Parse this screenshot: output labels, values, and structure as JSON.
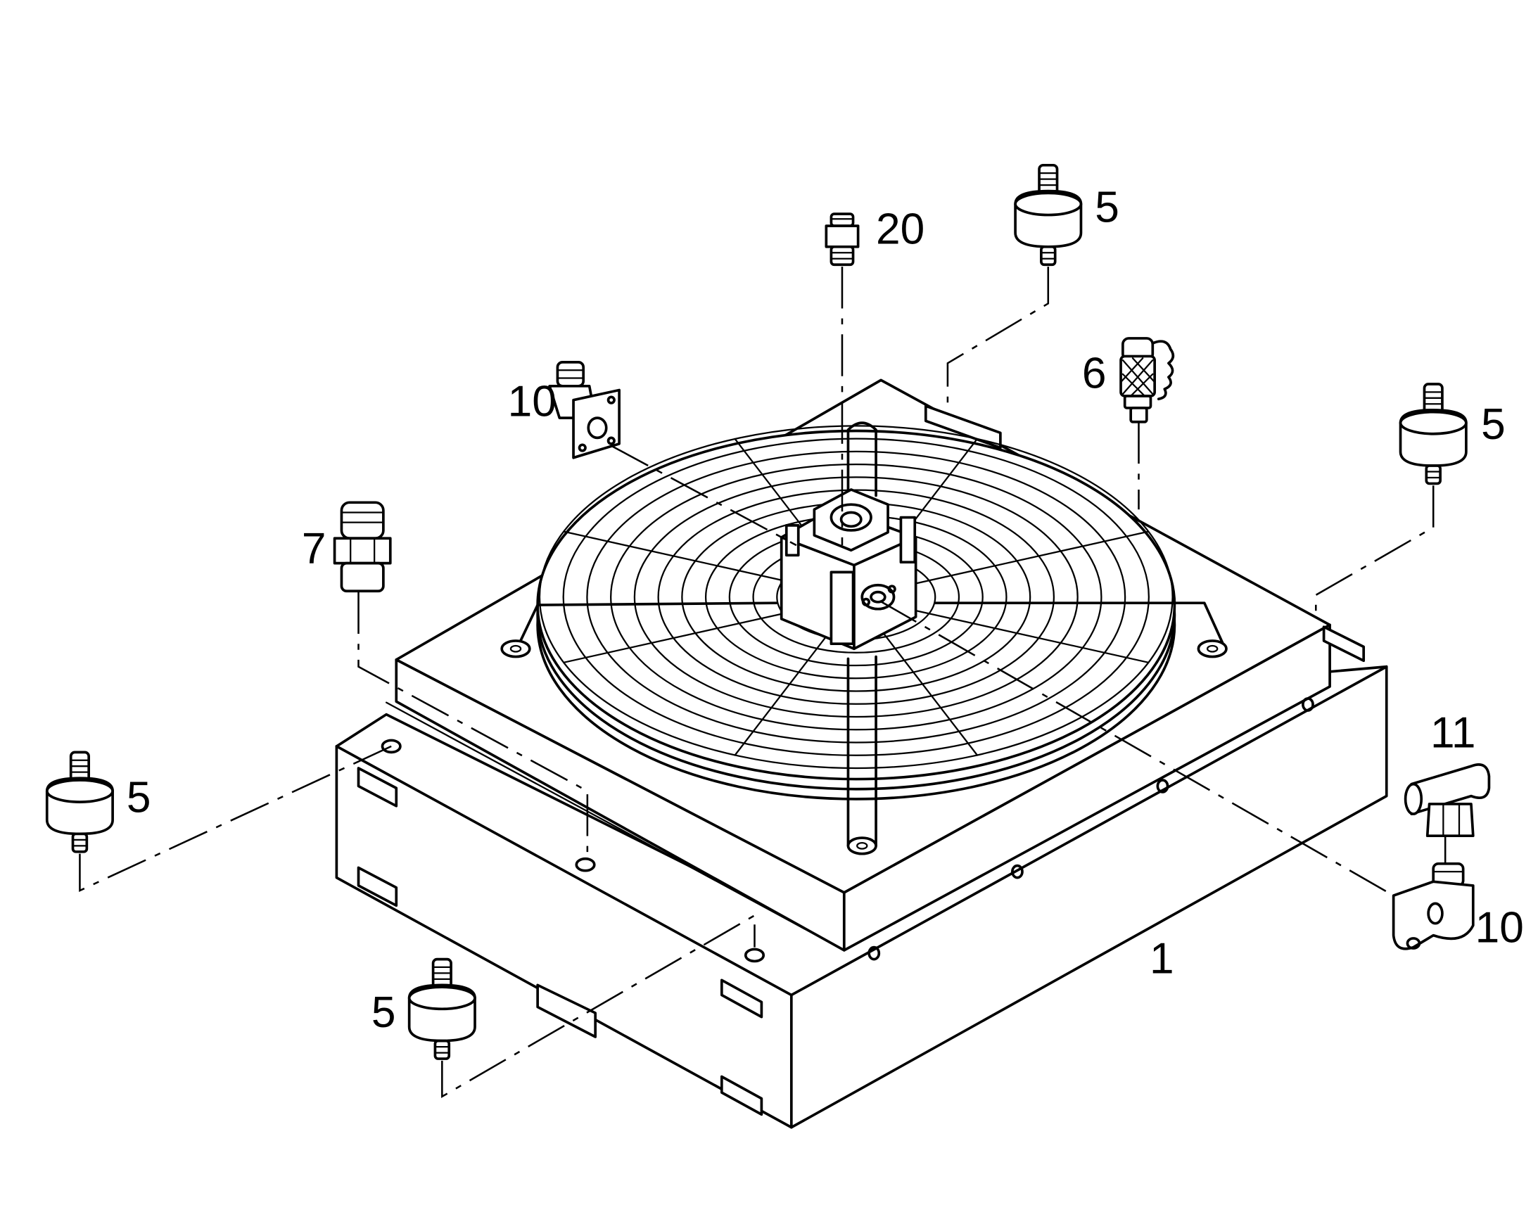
{
  "callouts": {
    "c_20": "20",
    "c_5_top": "5",
    "c_6": "6",
    "c_10_left": "10",
    "c_5_right": "5",
    "c_7": "7",
    "c_5_left": "5",
    "c_11": "11",
    "c_10_right": "10",
    "c_1": "1",
    "c_5_bottom": "5"
  }
}
